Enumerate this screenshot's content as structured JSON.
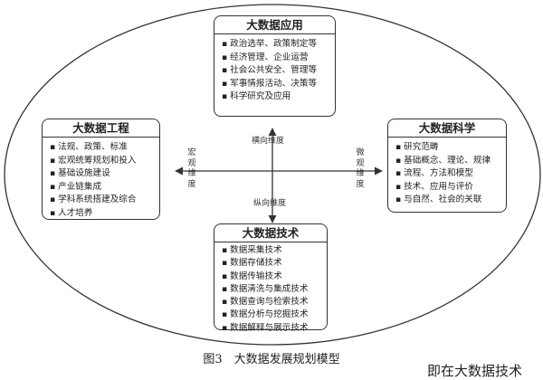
{
  "diagram": {
    "boxes": [
      {
        "id": "application",
        "title": "大数据应用",
        "items": [
          "政治选举、政策制定等",
          "经济管理、企业运营",
          "社会公共安全、管理等",
          "军事情报活动、决策等",
          "科学研究及应用"
        ]
      },
      {
        "id": "engineering",
        "title": "大数据工程",
        "items": [
          "法规、政策、标准",
          "宏观统筹规划和投入",
          "基础设施建设",
          "产业链集成",
          "学科系统搭建及综合",
          "人才培养"
        ]
      },
      {
        "id": "science",
        "title": "大数据科学",
        "items": [
          "研究范畴",
          "基础概念、理论、规律",
          "流程、方法和模型",
          "技术、应用与评价",
          "与自然、社会的关联"
        ]
      },
      {
        "id": "technology",
        "title": "大数据技术",
        "items": [
          "数据采集技术",
          "数据存储技术",
          "数据传输技术",
          "数据清洗与集成技术",
          "数据查询与检索技术",
          "数据分析与挖掘技术",
          "数据解释与展示技术"
        ]
      }
    ],
    "axis_labels": {
      "horizontal": "横向维度",
      "vertical": "纵向维度",
      "macro": "宏观维度",
      "micro": "微观维度"
    }
  },
  "caption": "图3　大数据发展规划模型",
  "cutoff_text": "即在大数据技术"
}
